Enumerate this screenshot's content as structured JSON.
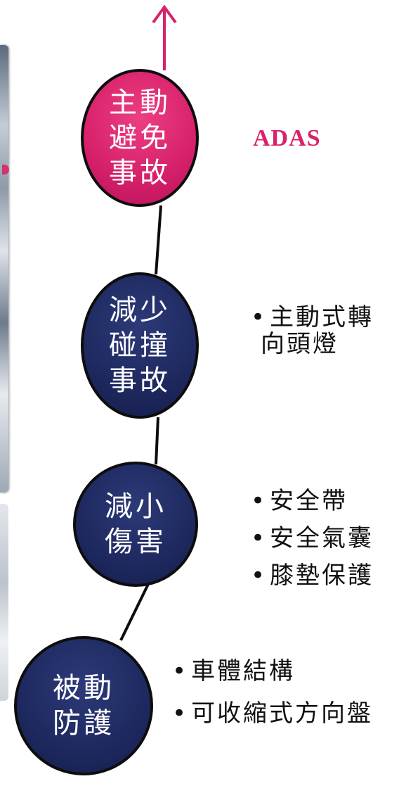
{
  "nodes": [
    {
      "label": "主動\n避免\n事故",
      "color": "#d8226b"
    },
    {
      "label": "減少\n碰撞\n事故",
      "color": "#1f2a61"
    },
    {
      "label": "減小\n傷害",
      "color": "#1f2a61"
    },
    {
      "label": "被動\n防護",
      "color": "#1f2a61"
    }
  ],
  "annotations": {
    "adas": "ADAS",
    "headlight_line1": "主動式轉",
    "headlight_line2": "向頭燈",
    "injury_items": [
      "安全帶",
      "安全氣囊",
      "膝墊保護"
    ],
    "passive_items": [
      "車體結構",
      "可收縮式方向盤"
    ]
  },
  "colors": {
    "accent_pink": "#d8226b",
    "navy": "#1f2a61",
    "outline": "#0d0d0d",
    "arrow": "#d8226b"
  }
}
